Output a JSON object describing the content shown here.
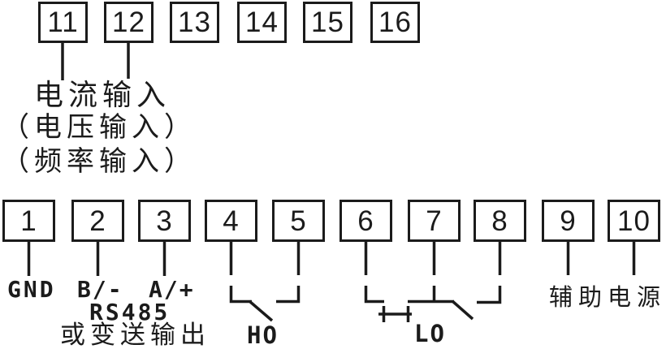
{
  "colors": {
    "ink": "#1b1b1b",
    "background": "#ffffff"
  },
  "terminals": {
    "t1": "1",
    "t2": "2",
    "t3": "3",
    "t4": "4",
    "t5": "5",
    "t6": "6",
    "t7": "7",
    "t8": "8",
    "t9": "9",
    "t10": "10",
    "t11": "11",
    "t12": "12",
    "t13": "13",
    "t14": "14",
    "t15": "15",
    "t16": "16"
  },
  "labels": {
    "input_line1": "电流输入",
    "input_line2": "（电压输入）",
    "input_line3": "（频率输入）",
    "gnd": "GND",
    "rs485_b": "B/-",
    "rs485_a": "A/+",
    "rs485": "RS485",
    "rs485_alt": "或变送输出",
    "relay_ho": "HO",
    "relay_lo": "LO",
    "aux_power": "辅助电源"
  }
}
